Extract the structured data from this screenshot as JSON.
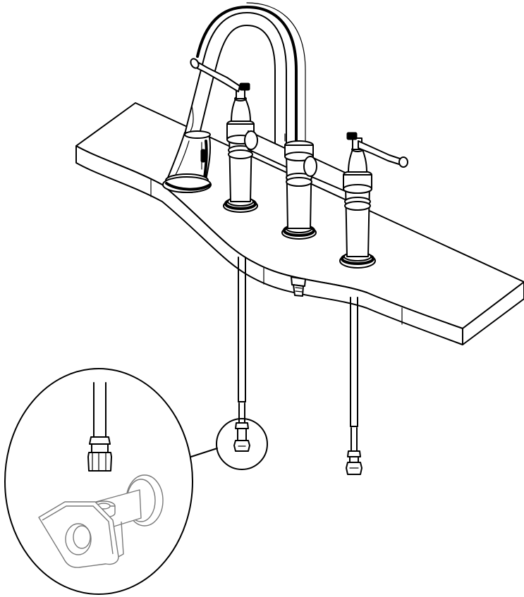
{
  "diagram": {
    "kind": "faucet-installation-illustration",
    "line_color": "#000000",
    "background": "#ffffff",
    "detail_valve_color": "#7a7a7a",
    "components": [
      "countertop",
      "pull-down-spray-head",
      "gooseneck-spout",
      "left-handle-valve",
      "right-handle-valve",
      "spout-base",
      "hot-supply-line",
      "cold-supply-line",
      "center-mounting-shank",
      "detail-callout-circle",
      "angle-stop-valve"
    ]
  }
}
